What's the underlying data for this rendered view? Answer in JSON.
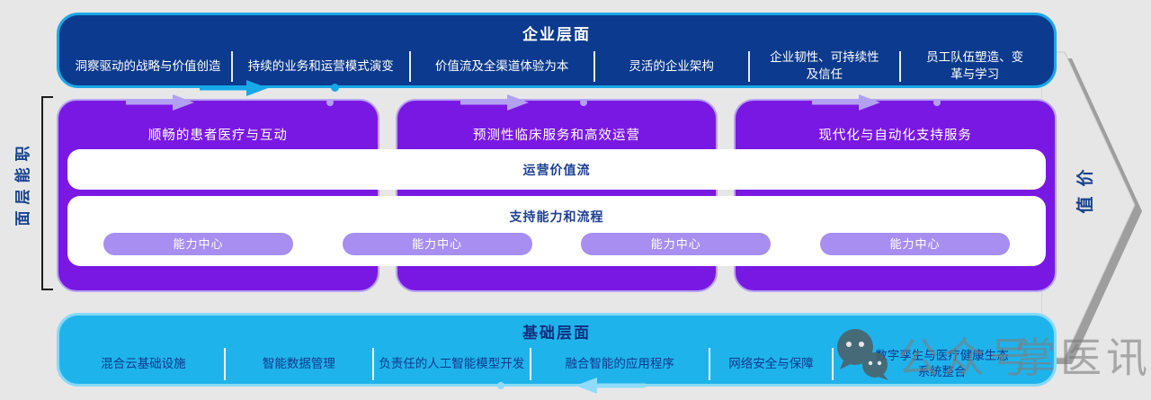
{
  "colors": {
    "navy_banner": "#0c3a8e",
    "cyan_border": "#1ba7e8",
    "purple_box": "#7a18e3",
    "lavender": "#b2a0f2",
    "foundation_blue": "#1fb3ec",
    "arrow_gray": "#e6e6e6"
  },
  "enterprise_banner": {
    "title": "企业层面",
    "items": [
      "洞察驱动的战略与价值创造",
      "持续的业务和运营模式演变",
      "价值流及全渠道体验为本",
      "灵活的企业架构",
      "企业韧性、可持续性\n及信任",
      "员工队伍塑造、变\n革与学习"
    ]
  },
  "functional_section": {
    "side_label_chars": [
      "职",
      "能",
      "层",
      "面"
    ],
    "boxes": [
      "顺畅的患者医疗与互动",
      "预测性临床服务和高效运营",
      "现代化与自动化支持服务"
    ],
    "value_stream_label": "运营价值流",
    "support_label": "支持能力和流程",
    "pills": [
      "能力中心",
      "能力中心",
      "能力中心",
      "能力中心"
    ]
  },
  "foundation_banner": {
    "title": "基础层面",
    "items": [
      "混合云基础设施",
      "智能数据管理",
      "负责任的人工智能模型开发",
      "融合智能的应用程序",
      "网络安全与保障",
      "数字孪生与医疗健康生态\n系统整合"
    ]
  },
  "value_arrow": {
    "chars": [
      "价",
      "值"
    ]
  },
  "watermark": {
    "text_left": "公众号",
    "text_right": "掌医讯"
  }
}
